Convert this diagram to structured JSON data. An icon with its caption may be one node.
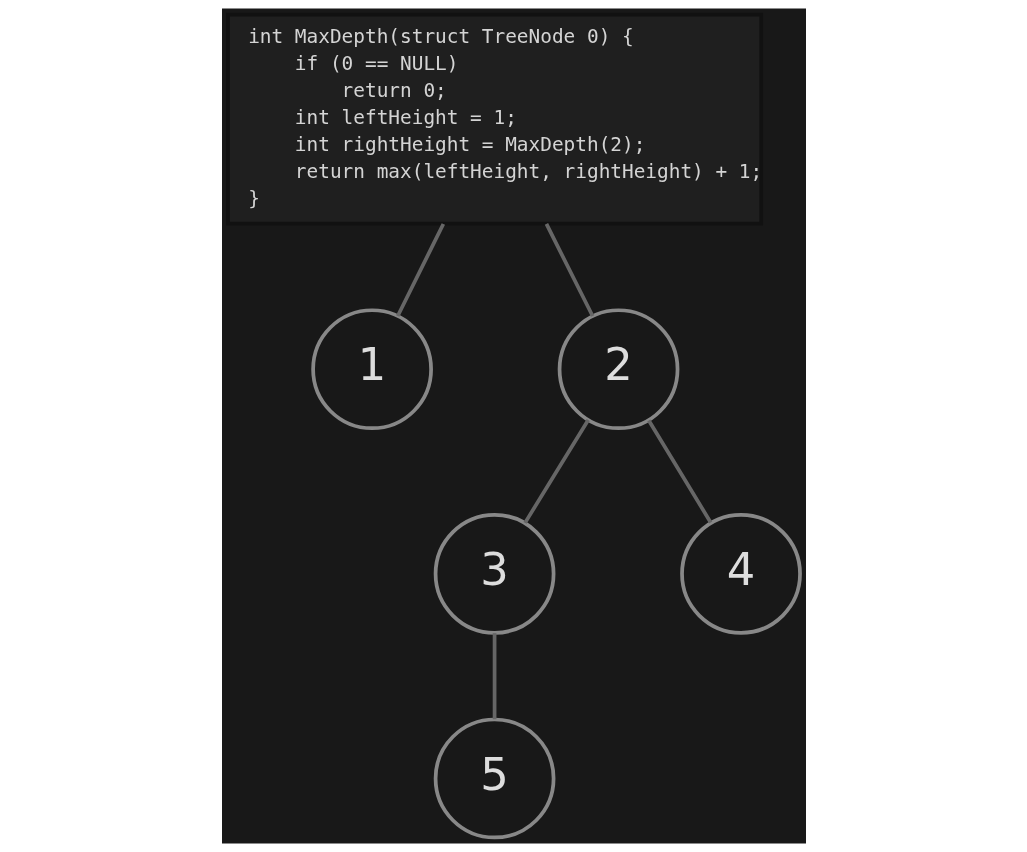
{
  "diagram": {
    "nodes": [
      {
        "text": [
          "int MaxDepth(struct TreeNode 0) {",
          "    if (0 == NULL)",
          "        return 0;",
          "    int leftHeight = 1;",
          "    int rightHeight = MaxDepth(2);",
          "    return max(leftHeight, rightHeight) + 1;",
          "}"
        ]
      },
      {
        "text": [
          "1"
        ]
      },
      {
        "text": [
          "2"
        ]
      },
      {
        "text": [
          "3"
        ]
      },
      {
        "text": [
          "4"
        ]
      },
      {
        "text": [
          "5"
        ]
      }
    ],
    "edges": [
      {
        "from": 0,
        "to": 1,
        "arrow": "none"
      },
      {
        "from": 0,
        "to": 2,
        "arrow": "none"
      },
      {
        "from": 2,
        "to": 3,
        "arrow": "none"
      },
      {
        "from": 2,
        "to": 4,
        "arrow": "none"
      },
      {
        "from": 3,
        "to": 5,
        "arrow": "none"
      }
    ]
  }
}
